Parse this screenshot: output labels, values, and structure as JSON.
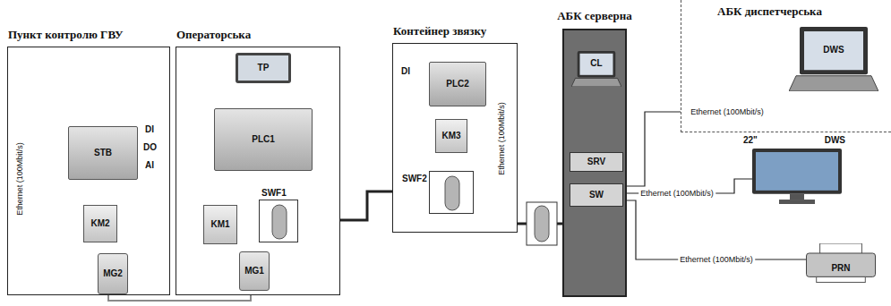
{
  "diagram": {
    "nodes": [
      {
        "text": [
          "Пункт контролю ГВУ"
        ]
      },
      {
        "text": [
          "STB"
        ],
        "in": 0
      },
      {
        "text": [
          "KM2"
        ],
        "in": 0
      },
      {
        "text": [
          "MG2"
        ],
        "in": 0
      },
      {
        "text": [
          "Операторська"
        ]
      },
      {
        "text": [
          "TP"
        ],
        "in": 4
      },
      {
        "text": [
          "PLC1"
        ],
        "in": 4
      },
      {
        "text": [
          "KM1"
        ],
        "in": 4
      },
      {
        "text": [
          "SWF1"
        ],
        "in": 4
      },
      {
        "text": [
          "MG1"
        ],
        "in": 4
      },
      {
        "text": [
          "Контейнер звязку"
        ]
      },
      {
        "text": [
          "PLC2"
        ],
        "in": 10
      },
      {
        "text": [
          "KM3"
        ],
        "in": 10
      },
      {
        "text": [
          "SWF2"
        ],
        "in": 10
      },
      {
        "text": [
          "АБК серверна"
        ]
      },
      {
        "text": [
          "CL"
        ],
        "in": 14
      },
      {
        "text": [
          "SRV"
        ],
        "in": 14
      },
      {
        "text": [
          "SW"
        ],
        "in": 14
      },
      {
        "text": [
          "АБК диспетчерська"
        ]
      },
      {
        "text": [
          "DWS"
        ],
        "in": 18
      },
      {
        "text": [
          "22\"",
          "DWS"
        ]
      },
      {
        "text": [
          "PRN"
        ]
      }
    ],
    "edges": [
      {
        "from": 1,
        "to": 2,
        "label": "Ethernet (100Mbit/s)",
        "arrow": "none"
      },
      {
        "from": 2,
        "to": 3,
        "arrow": "none"
      },
      {
        "from": 3,
        "to": 9,
        "arrow": "none"
      },
      {
        "from": 5,
        "to": 7,
        "arrow": "none"
      },
      {
        "from": 6,
        "to": 7,
        "arrow": "none"
      },
      {
        "from": 7,
        "to": 8,
        "arrow": "none"
      },
      {
        "from": 7,
        "to": 9,
        "arrow": "none"
      },
      {
        "from": 8,
        "to": 13,
        "arrow": "none"
      },
      {
        "from": 11,
        "to": 12,
        "arrow": "none"
      },
      {
        "from": 12,
        "to": 13,
        "arrow": "none"
      },
      {
        "from": 11,
        "to": 13,
        "label": "Ethernet (100Mbit/s)",
        "arrow": "none"
      },
      {
        "from": 13,
        "to": 14,
        "arrow": "none"
      },
      {
        "from": 15,
        "to": 16,
        "arrow": "none"
      },
      {
        "from": 17,
        "to": 19,
        "label": "Ethernet (100Mbit/s)",
        "arrow": "none"
      },
      {
        "from": 17,
        "to": 20,
        "label": "Ethernet (100Mbit/s)",
        "arrow": "none"
      },
      {
        "from": 17,
        "to": 21,
        "label": "Ethernet (100Mbit/s)",
        "arrow": "none"
      }
    ],
    "labels": [
      "DI",
      "DO",
      "AI",
      "DI"
    ]
  }
}
